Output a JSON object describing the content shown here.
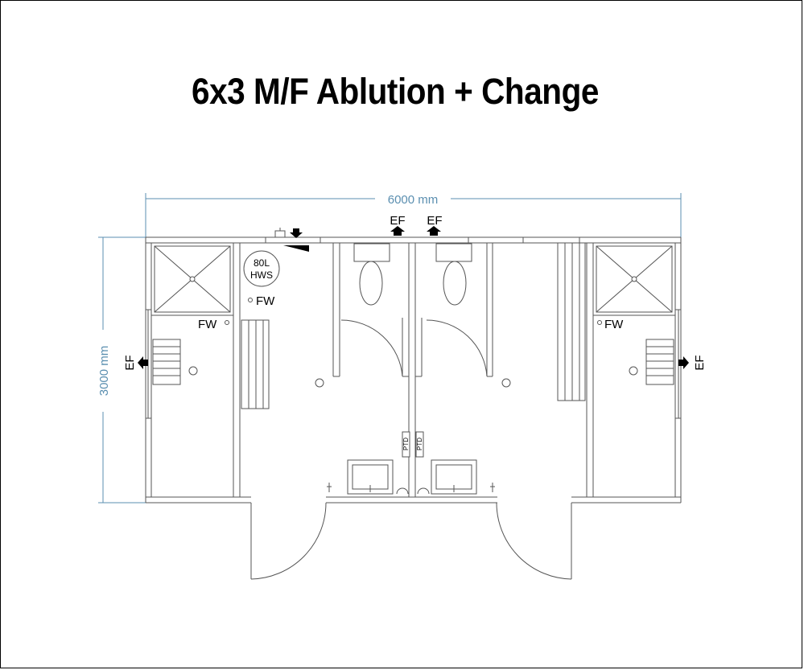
{
  "title": "6x3 M/F Ablution + Change",
  "dimensions": {
    "width_label": "6000 mm",
    "height_label": "3000 mm"
  },
  "labels": {
    "exhaust_fan": "EF",
    "floor_waste": "FW",
    "hws_line1": "80L",
    "hws_line2": "HWS",
    "ptd": "PTD"
  },
  "colors": {
    "dimension": "#5b8fb0",
    "line": "#555555",
    "text": "#000000"
  }
}
